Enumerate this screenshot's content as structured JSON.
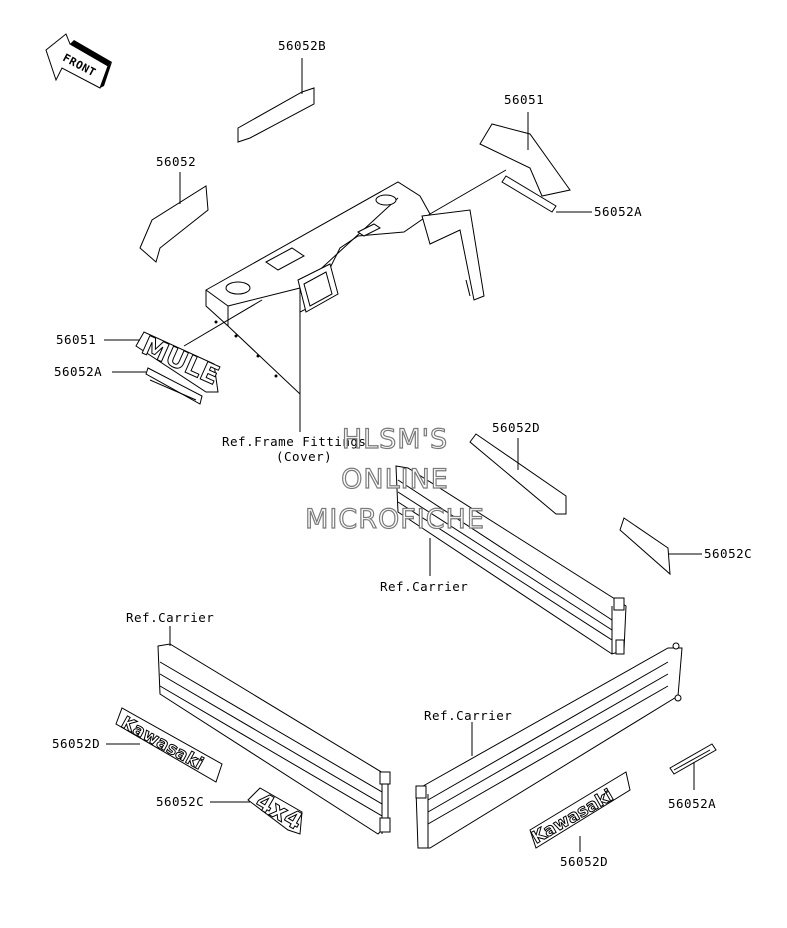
{
  "front_indicator": {
    "text": "FRONT"
  },
  "labels": {
    "top_56052b": "56052B",
    "top_56051": "56051",
    "left_56052": "56052",
    "right_56052a": "56052A",
    "mule_56051": "56051",
    "mule_56052a": "56052A",
    "ref_frame_line1": "Ref.Frame Fittings",
    "ref_frame_line2": "(Cover)",
    "mid_56052d": "56052D",
    "mid_56052c": "56052C",
    "ref_carrier_center": "Ref.Carrier",
    "ref_carrier_left": "Ref.Carrier",
    "ref_carrier_right": "Ref.Carrier",
    "bl_56052d": "56052D",
    "bl_56052c": "56052C",
    "br_56052a": "56052A",
    "br_56052d": "56052D"
  },
  "decals": {
    "mule": "MULE",
    "kawasaki_left": "Kawasaki",
    "kawasaki_right": "Kawasaki",
    "four_by_four": "4x4"
  },
  "watermark": {
    "line1": "HLSM'S",
    "line2": "ONLINE",
    "line3": "MICROFICHE"
  }
}
